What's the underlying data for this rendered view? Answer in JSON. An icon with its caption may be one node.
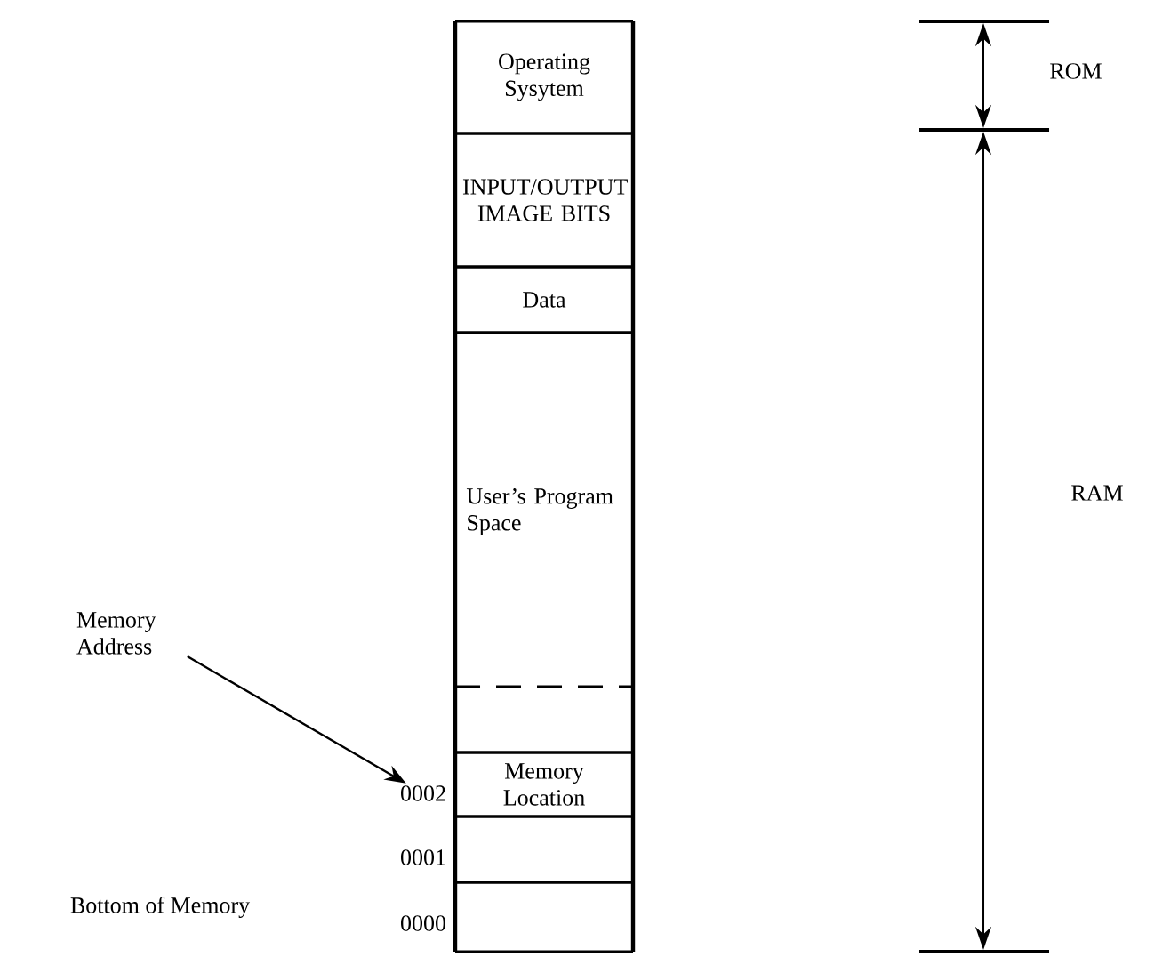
{
  "diagram": {
    "nodes": [
      {
        "text": [
          "Operating Sysytem"
        ]
      },
      {
        "text": [
          "INPUT/OUTPUT IMAGE BITS"
        ]
      },
      {
        "text": [
          "Data"
        ]
      },
      {
        "text": [
          "User’s Program Space"
        ]
      },
      {
        "text": [],
        "shape": "box"
      },
      {
        "text": [
          "Memory Location"
        ]
      },
      {
        "text": [],
        "shape": "box"
      },
      {
        "text": [],
        "shape": "box"
      },
      {
        "text": [
          "Memory Address"
        ]
      },
      {
        "text": [
          "0002"
        ]
      }
    ],
    "edges": [
      {
        "from": 8,
        "to": 9,
        "arrow": "to"
      }
    ],
    "labels": [
      "ROM",
      "RAM",
      "0001",
      "Bottom of Memory",
      "0000"
    ]
  }
}
